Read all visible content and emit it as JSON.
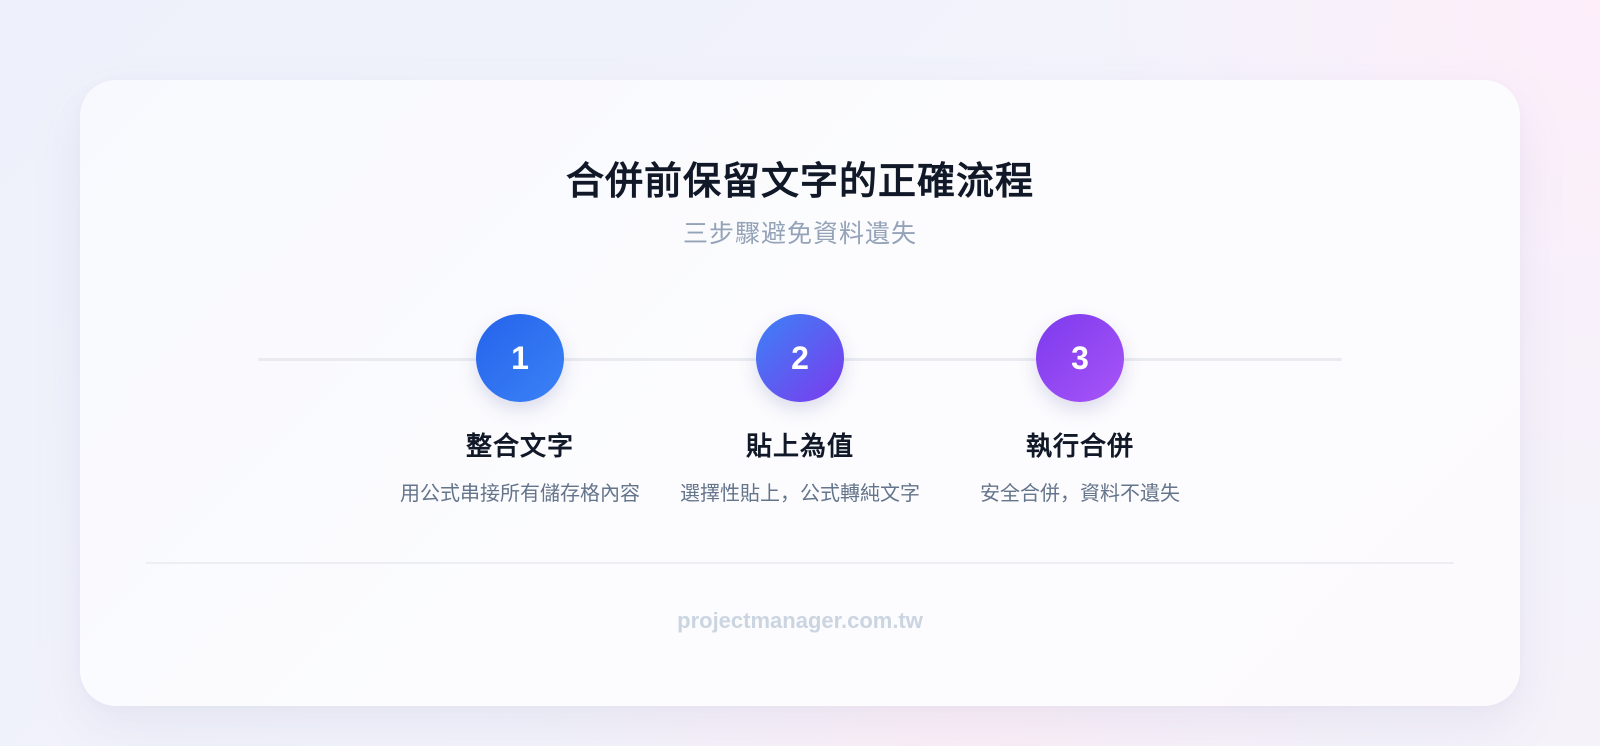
{
  "header": {
    "title": "合併前保留文字的正確流程",
    "subtitle": "三步驟避免資料遺失"
  },
  "steps": [
    {
      "number": "1",
      "title": "整合文字",
      "description": "用公式串接所有儲存格內容",
      "gradient_from": "#2563eb",
      "gradient_to": "#3b82f6"
    },
    {
      "number": "2",
      "title": "貼上為值",
      "description": "選擇性貼上，公式轉純文字",
      "gradient_from": "#3b82f6",
      "gradient_to": "#7c3aed"
    },
    {
      "number": "3",
      "title": "執行合併",
      "description": "安全合併，資料不遺失",
      "gradient_from": "#7c3aed",
      "gradient_to": "#a855f7"
    }
  ],
  "footer": {
    "site": "projectmanager.com.tw"
  }
}
